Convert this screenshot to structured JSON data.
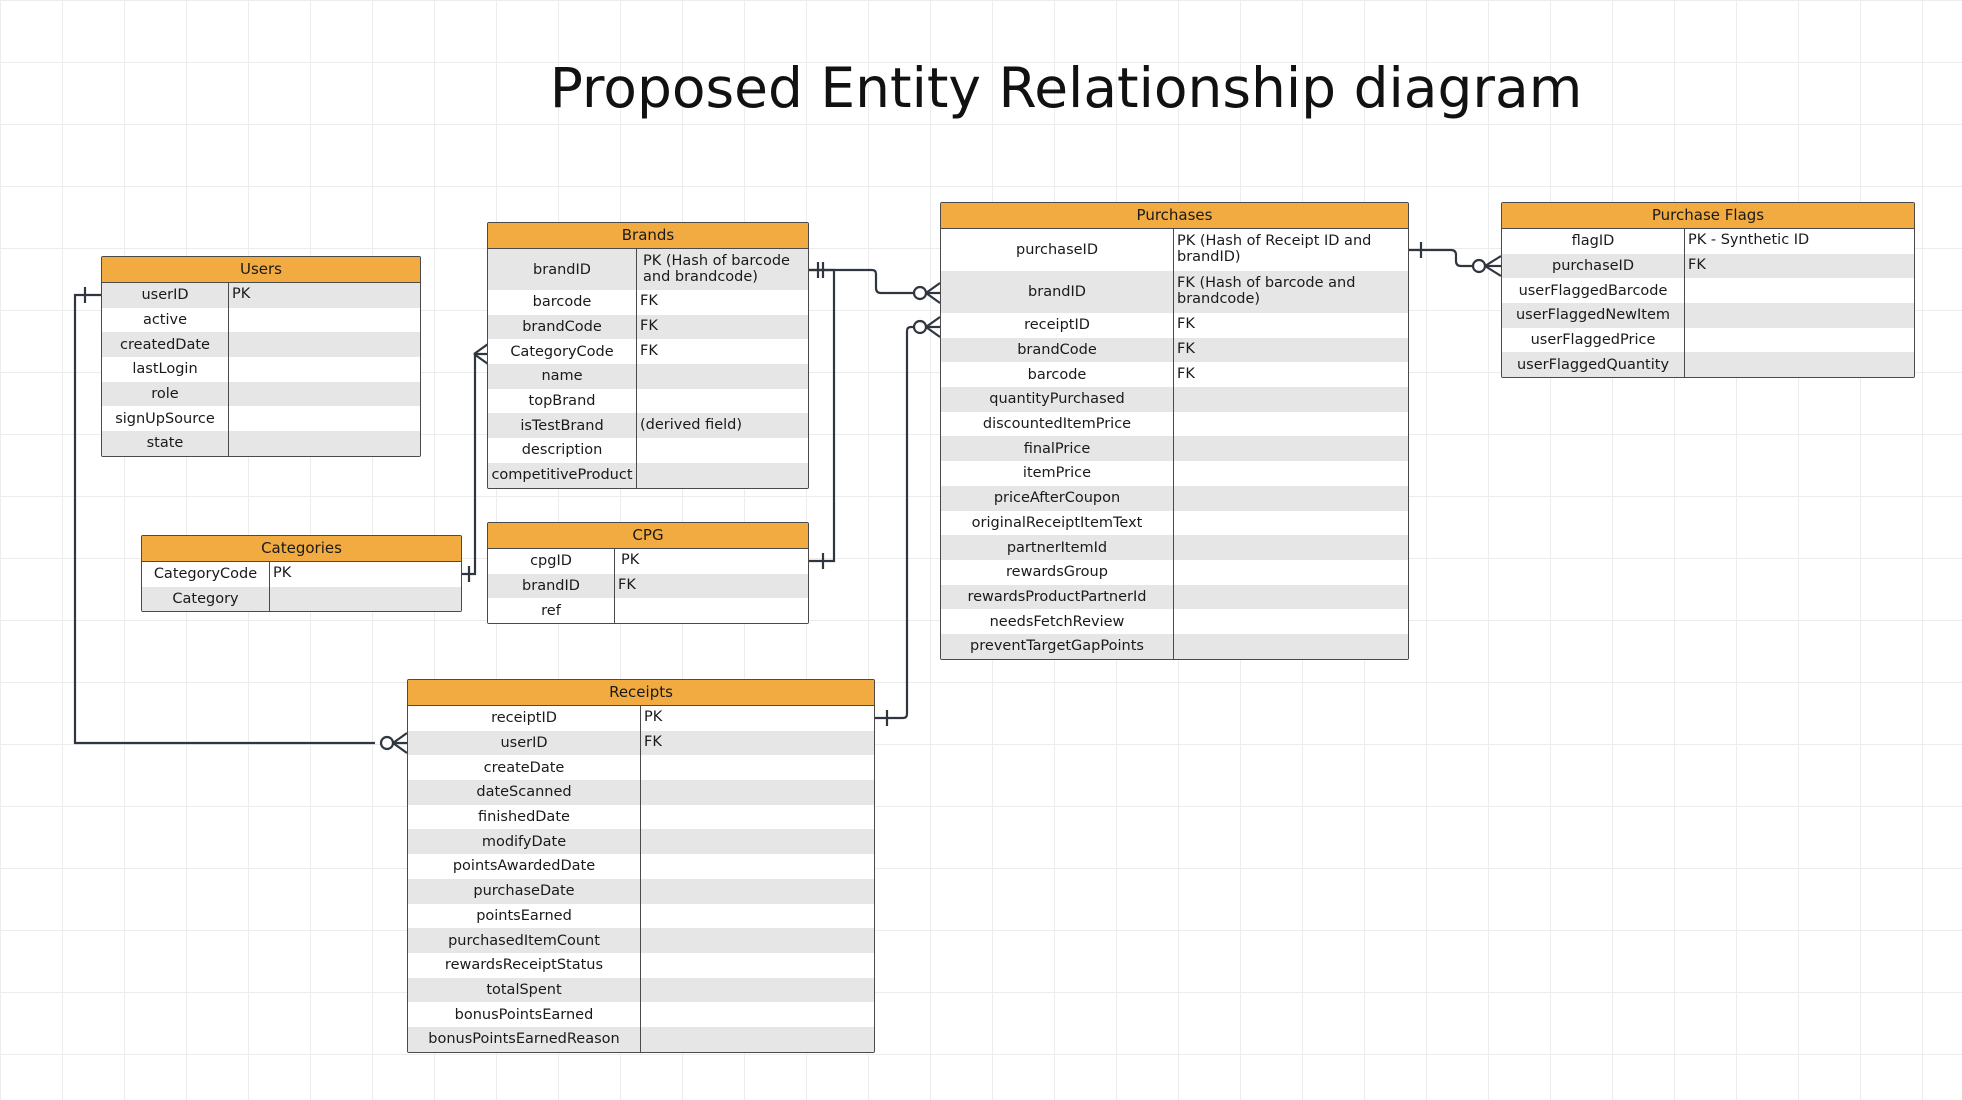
{
  "title": "Proposed Entity Relationship diagram",
  "entities": [
    {
      "id": "users",
      "name": "Users",
      "rows": [
        {
          "field": "userID",
          "key": "PK"
        },
        {
          "field": "active",
          "key": ""
        },
        {
          "field": "createdDate",
          "key": ""
        },
        {
          "field": "lastLogin",
          "key": ""
        },
        {
          "field": "role",
          "key": ""
        },
        {
          "field": "signUpSource",
          "key": ""
        },
        {
          "field": "state",
          "key": ""
        }
      ]
    },
    {
      "id": "brands",
      "name": "Brands",
      "rows": [
        {
          "field": "brandID",
          "key": "PK (Hash of barcode and brandcode)"
        },
        {
          "field": "barcode",
          "key": "FK"
        },
        {
          "field": "brandCode",
          "key": "FK"
        },
        {
          "field": "CategoryCode",
          "key": "FK"
        },
        {
          "field": "name",
          "key": ""
        },
        {
          "field": "topBrand",
          "key": ""
        },
        {
          "field": "isTestBrand",
          "key": "(derived field)"
        },
        {
          "field": "description",
          "key": ""
        },
        {
          "field": "competitiveProduct",
          "key": ""
        }
      ]
    },
    {
      "id": "categories",
      "name": "Categories",
      "rows": [
        {
          "field": "CategoryCode",
          "key": "PK"
        },
        {
          "field": "Category",
          "key": ""
        }
      ]
    },
    {
      "id": "cpg",
      "name": "CPG",
      "rows": [
        {
          "field": "cpgID",
          "key": "PK"
        },
        {
          "field": "brandID",
          "key": "FK"
        },
        {
          "field": "ref",
          "key": ""
        }
      ]
    },
    {
      "id": "purchases",
      "name": "Purchases",
      "rows": [
        {
          "field": "purchaseID",
          "key": "PK (Hash of  Receipt ID and brandID)"
        },
        {
          "field": "brandID",
          "key": "FK (Hash of barcode and brandcode)"
        },
        {
          "field": "receiptID",
          "key": "FK"
        },
        {
          "field": "brandCode",
          "key": "FK"
        },
        {
          "field": "barcode",
          "key": "FK"
        },
        {
          "field": "quantityPurchased",
          "key": ""
        },
        {
          "field": "discountedItemPrice",
          "key": ""
        },
        {
          "field": "finalPrice",
          "key": ""
        },
        {
          "field": "itemPrice",
          "key": ""
        },
        {
          "field": "priceAfterCoupon",
          "key": ""
        },
        {
          "field": "originalReceiptItemText",
          "key": ""
        },
        {
          "field": "partnerItemId",
          "key": ""
        },
        {
          "field": "rewardsGroup",
          "key": ""
        },
        {
          "field": "rewardsProductPartnerId",
          "key": ""
        },
        {
          "field": "needsFetchReview",
          "key": ""
        },
        {
          "field": "preventTargetGapPoints",
          "key": ""
        }
      ]
    },
    {
      "id": "purchase-flags",
      "name": "Purchase Flags",
      "rows": [
        {
          "field": "flagID",
          "key": "PK - Synthetic ID"
        },
        {
          "field": "purchaseID",
          "key": "FK"
        },
        {
          "field": "userFlaggedBarcode",
          "key": ""
        },
        {
          "field": "userFlaggedNewItem",
          "key": ""
        },
        {
          "field": "userFlaggedPrice",
          "key": ""
        },
        {
          "field": "userFlaggedQuantity",
          "key": ""
        }
      ]
    },
    {
      "id": "receipts",
      "name": "Receipts",
      "rows": [
        {
          "field": "receiptID",
          "key": "PK"
        },
        {
          "field": "userID",
          "key": "FK"
        },
        {
          "field": "createDate",
          "key": ""
        },
        {
          "field": "dateScanned",
          "key": ""
        },
        {
          "field": "finishedDate",
          "key": ""
        },
        {
          "field": "modifyDate",
          "key": ""
        },
        {
          "field": "pointsAwardedDate",
          "key": ""
        },
        {
          "field": "purchaseDate",
          "key": ""
        },
        {
          "field": "pointsEarned",
          "key": ""
        },
        {
          "field": "purchasedItemCount",
          "key": ""
        },
        {
          "field": "rewardsReceiptStatus",
          "key": ""
        },
        {
          "field": "totalSpent",
          "key": ""
        },
        {
          "field": "bonusPointsEarned",
          "key": ""
        },
        {
          "field": "bonusPointsEarnedReason",
          "key": ""
        }
      ]
    }
  ]
}
